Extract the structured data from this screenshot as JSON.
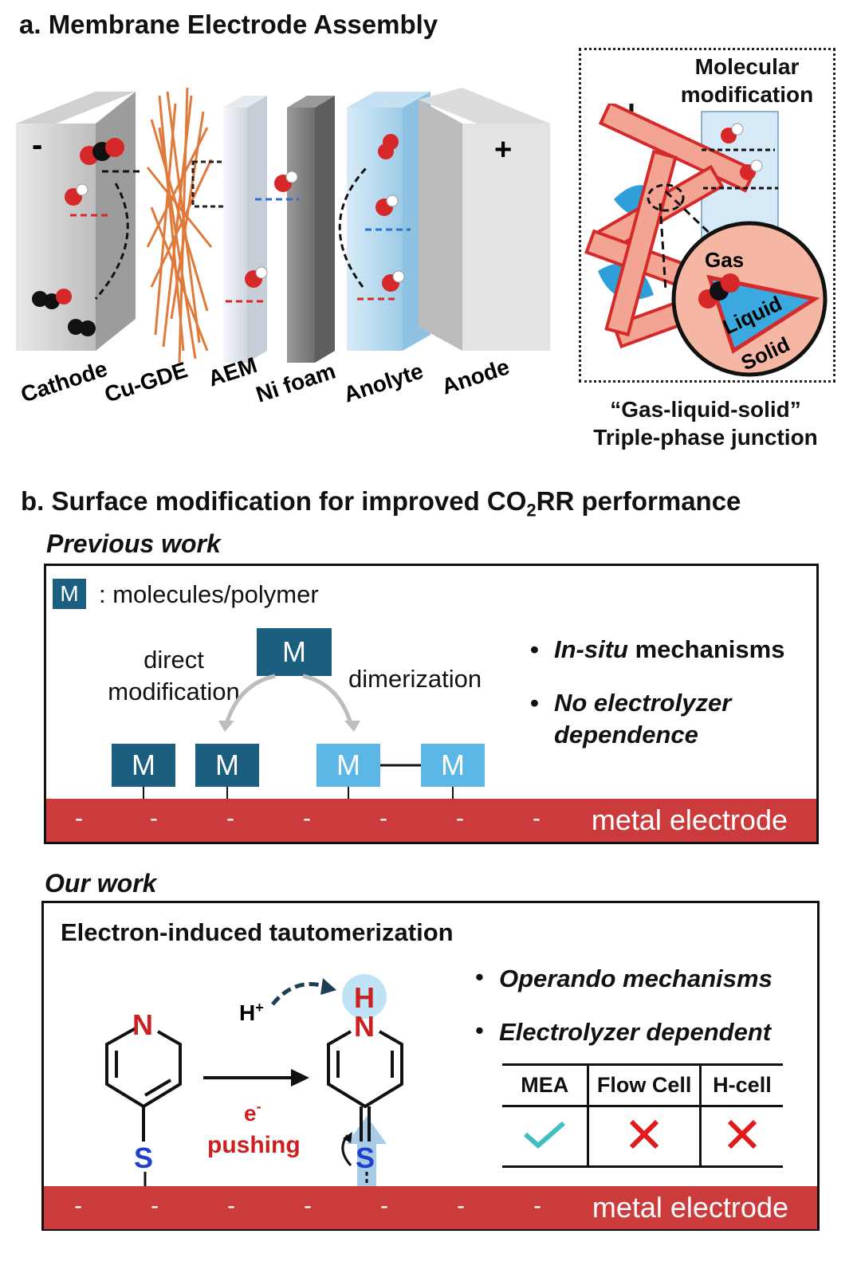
{
  "panel_a": {
    "title": "a. Membrane Electrode Assembly",
    "cathode_sign": "-",
    "anode_sign": "+",
    "layers": [
      "Cathode",
      "Cu-GDE",
      "AEM",
      "Ni foam",
      "Anolyte",
      "Anode"
    ],
    "inset": {
      "label": "Molecular modification",
      "phases": [
        "Gas",
        "Liquid",
        "Solid"
      ],
      "caption_line1": "“Gas-liquid-solid”",
      "caption_line2": "Triple-phase junction"
    }
  },
  "panel_b": {
    "title_prefix": "b. Surface modification for improved CO",
    "title_sub": "2",
    "title_suffix": "RR performance",
    "previous": {
      "heading": "Previous work",
      "legend_symbol": "M",
      "legend_text": ": molecules/polymer",
      "label_direct_line1": "direct",
      "label_direct_line2": "modification",
      "label_dimerization": "dimerization",
      "m_symbol": "M",
      "bullet1_italic": "In-situ",
      "bullet1_rest": " mechanisms",
      "bullet2_line1": "No electrolyzer",
      "bullet2_line2": "dependence",
      "electrode_label": "metal electrode",
      "electrode_charge": "-"
    },
    "ours": {
      "heading": "Our work",
      "box_title": "Electron-induced tautomerization",
      "atom_N": "N",
      "atom_S": "S",
      "atom_H": "H",
      "proton": "H",
      "proton_sup": "+",
      "electron": "e",
      "electron_sup": "-",
      "pushing": "pushing",
      "bullet1": "Operando mechanisms",
      "bullet2": "Electrolyzer dependent",
      "table": {
        "headers": [
          "MEA",
          "Flow Cell",
          "H-cell"
        ],
        "marks": [
          "check-icon",
          "cross-icon",
          "cross-icon"
        ]
      },
      "electrode_label": "metal electrode",
      "electrode_charge": "-"
    }
  },
  "colors": {
    "dark_m": "#1b5e80",
    "light_m": "#5bb8e6",
    "electrode": "#cc3b3b",
    "nitrogen": "#cc1f1f",
    "sulfur": "#1f3fcc",
    "check": "#3fbfbf",
    "cross": "#e01b1b"
  }
}
